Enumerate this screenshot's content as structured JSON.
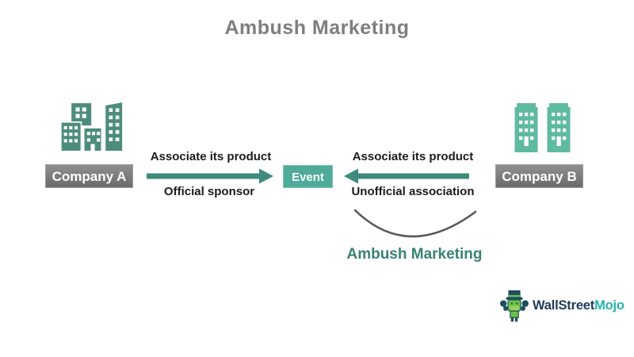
{
  "title": "Ambush Marketing",
  "diagram": {
    "left": {
      "company": "Company A",
      "arrow_top": "Associate its product",
      "arrow_bottom": "Official sponsor"
    },
    "center": {
      "event": "Event"
    },
    "right": {
      "company": "Company B",
      "arrow_top": "Associate its product",
      "arrow_bottom": "Unofficial association",
      "callout": "Ambush Marketing"
    }
  },
  "logo": {
    "text_primary": "WallStreet",
    "text_accent": "Mojo",
    "icon": "bull-mascot-icon"
  },
  "icons": {
    "company_a": "city-buildings-icon",
    "company_b": "twin-buildings-icon"
  },
  "colors": {
    "title_gray": "#7e7e7e",
    "arrow_teal": "#3e8b7b",
    "buildings_left_teal": "#4d8c7c",
    "buildings_right_teal": "#5fbaa2",
    "event_fill": "#4fac98",
    "company_box_gray": "#737373",
    "curve_gray": "#595959",
    "label_black": "#1b1b1b",
    "callout_teal": "#398273",
    "logo_navy": "#1e3b55",
    "logo_teal": "#25b2ab"
  }
}
